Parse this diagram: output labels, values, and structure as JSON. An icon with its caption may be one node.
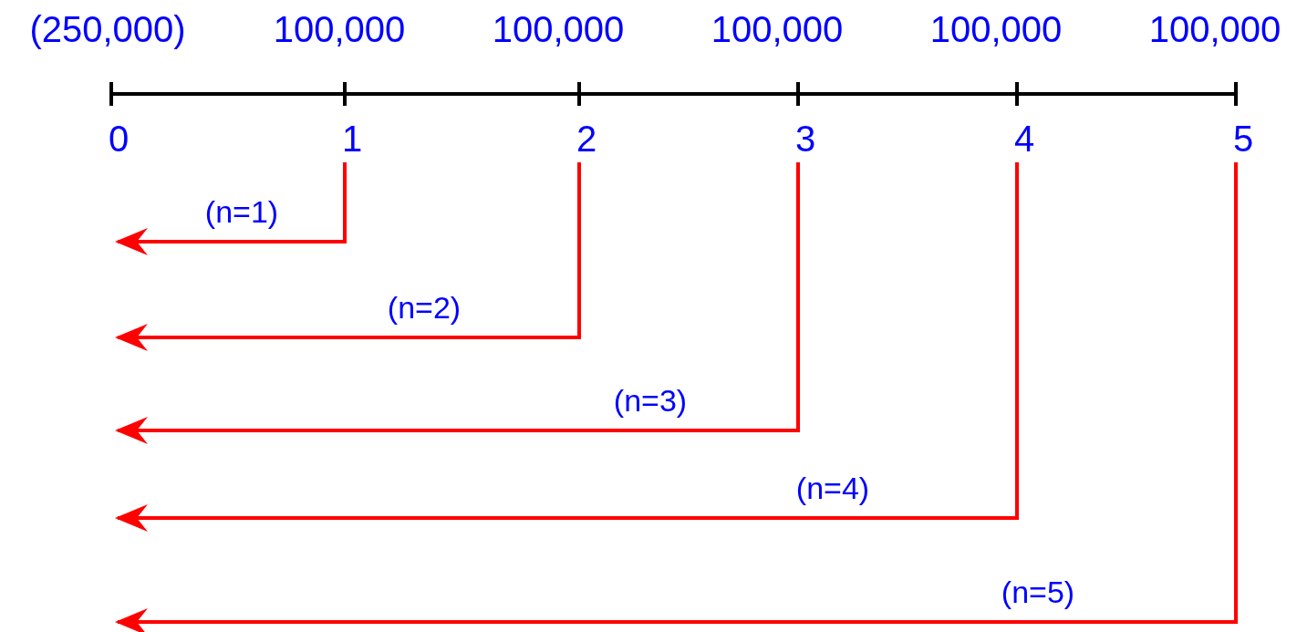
{
  "diagram": {
    "nodes": [
      {
        "text": [
          "0"
        ]
      },
      {
        "text": [
          "1"
        ]
      },
      {
        "text": [
          "2"
        ]
      },
      {
        "text": [
          "3"
        ]
      },
      {
        "text": [
          "4"
        ]
      },
      {
        "text": [
          "5"
        ]
      }
    ],
    "edges": [
      {
        "from": 1,
        "to": null,
        "arrow": "to",
        "label": "(n=1)"
      },
      {
        "from": 2,
        "to": null,
        "arrow": "to",
        "label": "(n=2)"
      },
      {
        "from": 3,
        "to": null,
        "arrow": "to",
        "label": "(n=3)"
      },
      {
        "from": 4,
        "to": null,
        "arrow": "to",
        "label": "(n=4)"
      },
      {
        "from": 5,
        "to": null,
        "arrow": "to",
        "label": "(n=5)"
      }
    ],
    "labels": [
      "(250,000)",
      "100,000",
      "100,000",
      "100,000",
      "100,000",
      "100,000"
    ]
  }
}
